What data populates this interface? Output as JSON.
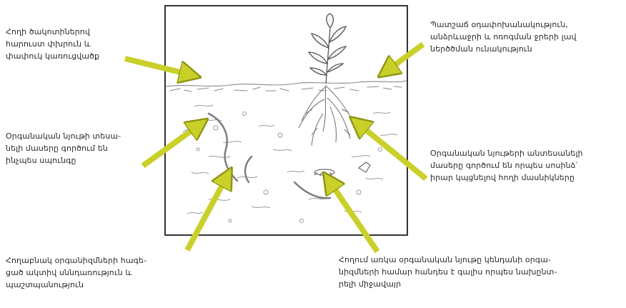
{
  "colors": {
    "arrow": "#c9d02a",
    "arrow_outline": "#8f9415",
    "frame": "#333333",
    "sketch": "#8a8a8a"
  },
  "labels": {
    "top_left": [
      "Հողի ծակոտիներով",
      "հարուստ փխրուն և",
      "փափուկ կառուցվածք"
    ],
    "mid_left": [
      "Օրգանական նյութի տեսա-",
      "նելի մասերը գործում են",
      "ինչպես սպունգը"
    ],
    "bottom_left": [
      "Հողաբնակ օրգանիզմների հագե-",
      "ցած ակտիվ սննդառություն և",
      "պաշտպանություն"
    ],
    "top_right": [
      "Պատշաճ օդափոխանակություն,",
      "անձրևաջրի և ոռոգման ջրերի լավ",
      "ներծծման ունակություն"
    ],
    "mid_right": [
      "Օրգանական նյութերի անտեսանելի",
      "մասերը գործում են որպես սոսինձ՝",
      "իրար կպցնելով հողի մասնիկները"
    ],
    "bottom_right": [
      "Հողում առկա օրգանական նյութը կենդանի օրգա-",
      "նիզմների համար հանդես է գալիս որպես նախընտ-",
      "րելի միջավայր"
    ]
  }
}
